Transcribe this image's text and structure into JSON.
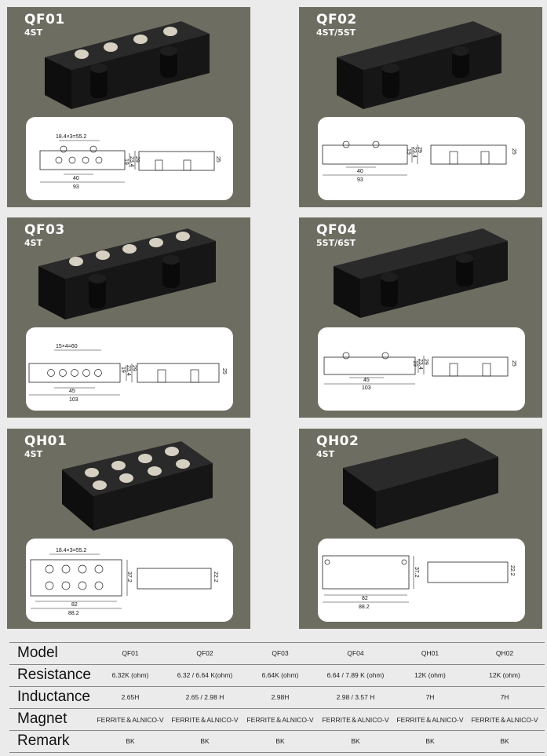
{
  "products": [
    {
      "model": "QF01",
      "strings": "4ST",
      "drawing": {
        "spacing": "18.4×3=55.2",
        "w_inner": "40",
        "w_outer": "93",
        "h1": "19",
        "h2": "23.4",
        "h3": "29",
        "side_h": "25"
      }
    },
    {
      "model": "QF02",
      "strings": "4ST/5ST",
      "drawing": {
        "spacing": "",
        "w_inner": "40",
        "w_outer": "93",
        "h1": "19",
        "h2": "23.4",
        "h3": "29",
        "side_h": "25"
      }
    },
    {
      "model": "QF03",
      "strings": "4ST",
      "drawing": {
        "spacing": "15×4=60",
        "w_inner": "45",
        "w_outer": "103",
        "h1": "19",
        "h2": "23.4",
        "h3": "29",
        "side_h": "25"
      }
    },
    {
      "model": "QF04",
      "strings": "5ST/6ST",
      "drawing": {
        "spacing": "",
        "w_inner": "45",
        "w_outer": "103",
        "h1": "19",
        "h2": "23.4",
        "h3": "29",
        "side_h": "25"
      }
    },
    {
      "model": "QH01",
      "strings": "4ST",
      "drawing": {
        "spacing": "18.4×3=55.2",
        "w_inner": "82",
        "w_outer": "88.2",
        "h1": "37.2",
        "side_h": "22.2"
      }
    },
    {
      "model": "QH02",
      "strings": "4ST",
      "drawing": {
        "spacing": "",
        "w_inner": "82",
        "w_outer": "88.2",
        "h1": "37.2",
        "side_h": "22.2"
      }
    }
  ],
  "specs": {
    "rows": [
      {
        "label": "Model",
        "values": [
          "QF01",
          "QF02",
          "QF03",
          "QF04",
          "QH01",
          "QH02"
        ]
      },
      {
        "label": "Resistance",
        "values": [
          "6.32K (ohm)",
          "6.32 / 6.64 K(ohm)",
          "6.64K (ohm)",
          "6.64 / 7.89 K (ohm)",
          "12K (ohm)",
          "12K (ohm)"
        ]
      },
      {
        "label": "Inductance",
        "values": [
          "2.65H",
          "2.65 / 2.98 H",
          "2.98H",
          "2.98 / 3.57 H",
          "7H",
          "7H"
        ]
      },
      {
        "label": "Magnet",
        "values": [
          "FERRITE＆ALNICO-V",
          "FERRITE＆ALNICO-V",
          "FERRITE＆ALNICO-V",
          "FERRITE＆ALNICO-V",
          "FERRITE＆ALNICO-V",
          "FERRITE＆ALNICO-V"
        ]
      },
      {
        "label": "Remark",
        "values": [
          "BK",
          "BK",
          "BK",
          "BK",
          "BK",
          "BK"
        ]
      }
    ]
  },
  "colors": {
    "panel": "#6e6d62",
    "pickup": "#151515",
    "pole": "#d6d0c2",
    "card": "#ffffff"
  }
}
